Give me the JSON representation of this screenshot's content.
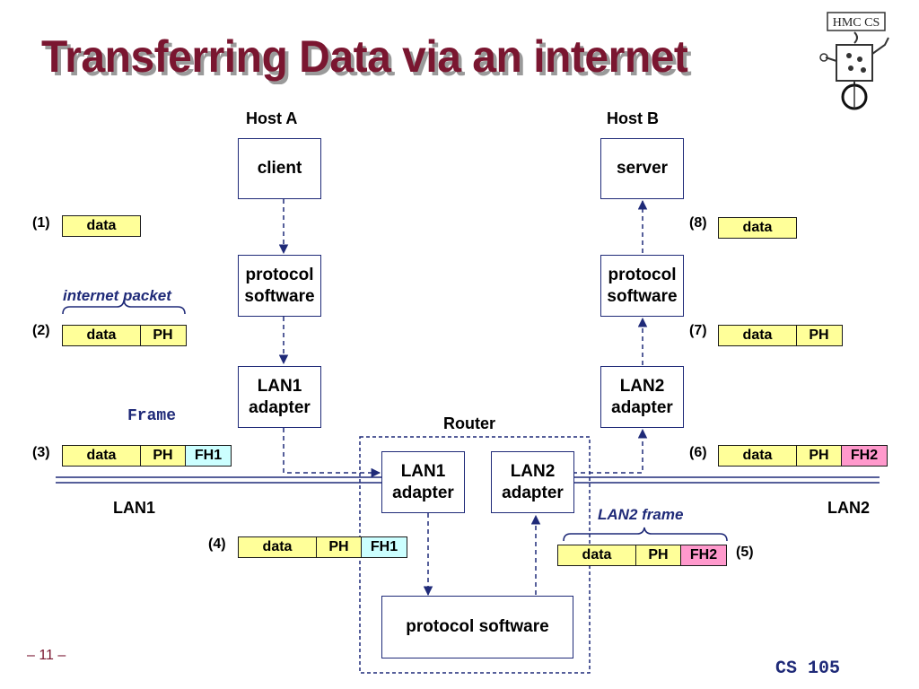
{
  "slide": {
    "title": "Transferring Data via an internet",
    "page_number": "– 11 –",
    "course": "CS 105",
    "logo_text": "HMC CS"
  },
  "hosts": {
    "a": "Host A",
    "b": "Host B",
    "router": "Router"
  },
  "nodes": {
    "client": "client",
    "server": "server",
    "protocol_software": "protocol software",
    "lan1_adapter": "LAN1 adapter",
    "lan2_adapter": "LAN2 adapter"
  },
  "networks": {
    "lan1": "LAN1",
    "lan2": "LAN2"
  },
  "labels": {
    "internet_packet": "internet packet",
    "frame": "Frame",
    "lan2_frame": "LAN2 frame"
  },
  "steps": [
    "(1)",
    "(2)",
    "(3)",
    "(4)",
    "(5)",
    "(6)",
    "(7)",
    "(8)"
  ],
  "fields": {
    "data": "data",
    "ph": "PH",
    "fh1": "FH1",
    "fh2": "FH2"
  },
  "colors": {
    "title": "#7a1630",
    "header": "#ffff99",
    "fh1": "#ccffff",
    "fh2": "#ff99cc",
    "arrow": "#1f2a78"
  }
}
